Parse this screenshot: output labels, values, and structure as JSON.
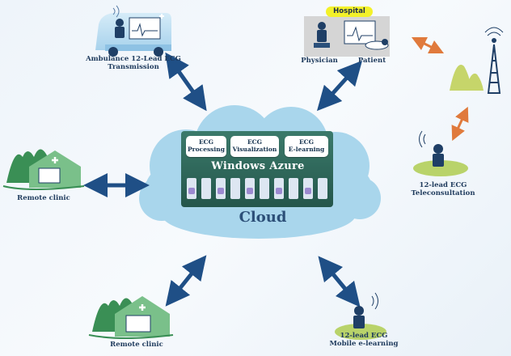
{
  "center": {
    "services": [
      {
        "line1": "ECG",
        "line2": "Processing"
      },
      {
        "line1": "ECG",
        "line2": "Visualization"
      },
      {
        "line1": "ECG",
        "line2": "E-learning"
      }
    ],
    "platform": "Windows Azure",
    "cloud": "Cloud"
  },
  "nodes": {
    "ambulance": {
      "line1": "Ambulance 12-Lead ECG",
      "line2": "Transmission"
    },
    "hospital": {
      "badge": "Hospital",
      "physician": "Physician",
      "patient": "Patient"
    },
    "clinic_left": {
      "label": "Remote clinic"
    },
    "clinic_bottom": {
      "label": "Remote clinic"
    },
    "teleconsult": {
      "line1": "12-lead ECG",
      "line2": "Teleconsultation"
    },
    "mobile": {
      "line1": "12-lead ECG",
      "line2": "Mobile e-learning"
    }
  },
  "colors": {
    "cloud": "#a9d6ec",
    "azure_box": "#2f6b5e",
    "arrow_blue": "#1f4f86",
    "arrow_orange": "#e07a3c",
    "hill_green": "#3a8f55",
    "hill_yellow": "#c6d56a"
  }
}
